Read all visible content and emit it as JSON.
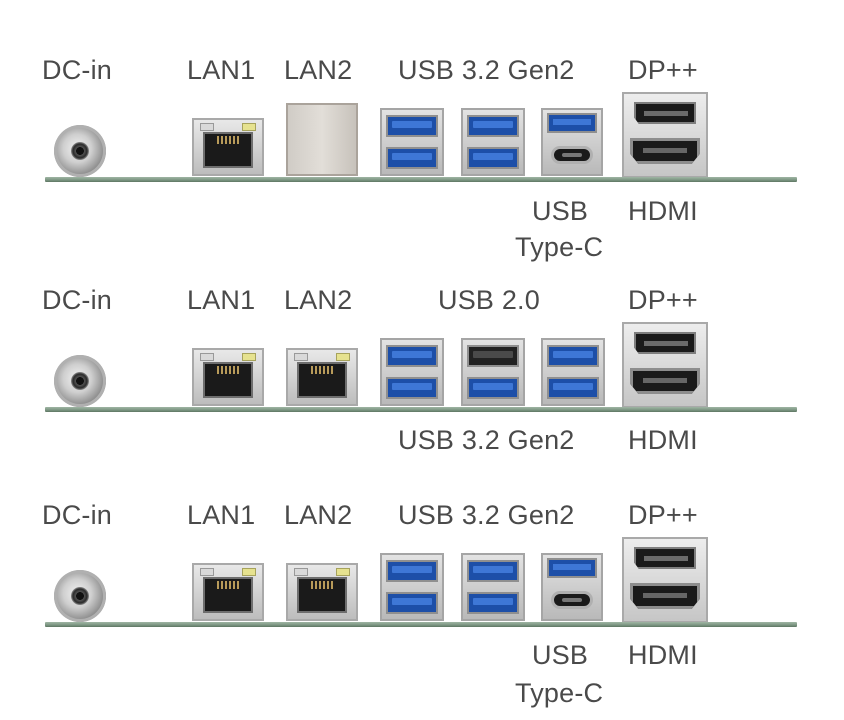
{
  "title": "I/O panel configurations",
  "colors": {
    "label_text": "#4a4a4a",
    "pcb_green": "#7c9683",
    "usb3_blue": "#1d4fa8",
    "background": "#ffffff"
  },
  "configs": [
    {
      "id": "config-1",
      "top_labels": {
        "dc_in": "DC-in",
        "lan1": "LAN1",
        "lan2": "LAN2",
        "usb_group": "USB 3.2 Gen2",
        "dp": "DP++"
      },
      "bottom_labels": {
        "usb_c_line1": "USB",
        "usb_c_line2": "Type-C",
        "hdmi": "HDMI"
      },
      "ports": [
        "dc-jack",
        "rj45",
        "rj45-blank",
        "usb3-dual",
        "usb3-dual",
        "usb3-plus-typec",
        "dp-hdmi"
      ]
    },
    {
      "id": "config-2",
      "top_labels": {
        "dc_in": "DC-in",
        "lan1": "LAN1",
        "lan2": "LAN2",
        "usb_group": "USB 2.0",
        "dp": "DP++"
      },
      "bottom_labels": {
        "usb_group": "USB 3.2 Gen2",
        "hdmi": "HDMI"
      },
      "ports": [
        "dc-jack",
        "rj45",
        "rj45",
        "usb3-dual",
        "usb-black-blue",
        "usb3-dual",
        "dp-hdmi"
      ]
    },
    {
      "id": "config-3",
      "top_labels": {
        "dc_in": "DC-in",
        "lan1": "LAN1",
        "lan2": "LAN2",
        "usb_group": "USB 3.2 Gen2",
        "dp": "DP++"
      },
      "bottom_labels": {
        "usb_c_line1": "USB",
        "usb_c_line2": "Type-C",
        "hdmi": "HDMI"
      },
      "ports": [
        "dc-jack",
        "rj45",
        "rj45",
        "usb3-dual",
        "usb3-dual",
        "usb3-plus-typec",
        "dp-hdmi"
      ]
    }
  ]
}
